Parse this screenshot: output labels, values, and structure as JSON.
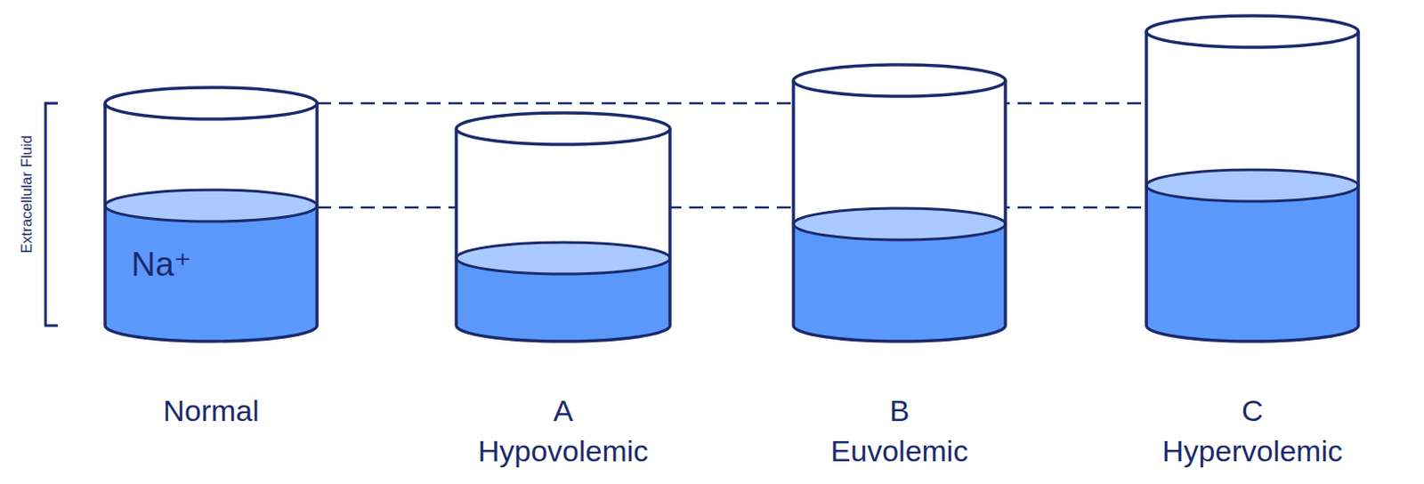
{
  "diagram": {
    "nodes": [
      {
        "text": [
          "Na⁺"
        ]
      }
    ],
    "labels": [
      "Extracellular Fluid",
      "Normal",
      "A",
      "Hypovolemic",
      "B",
      "Euvolemic",
      "C",
      "Hypervolemic"
    ]
  }
}
